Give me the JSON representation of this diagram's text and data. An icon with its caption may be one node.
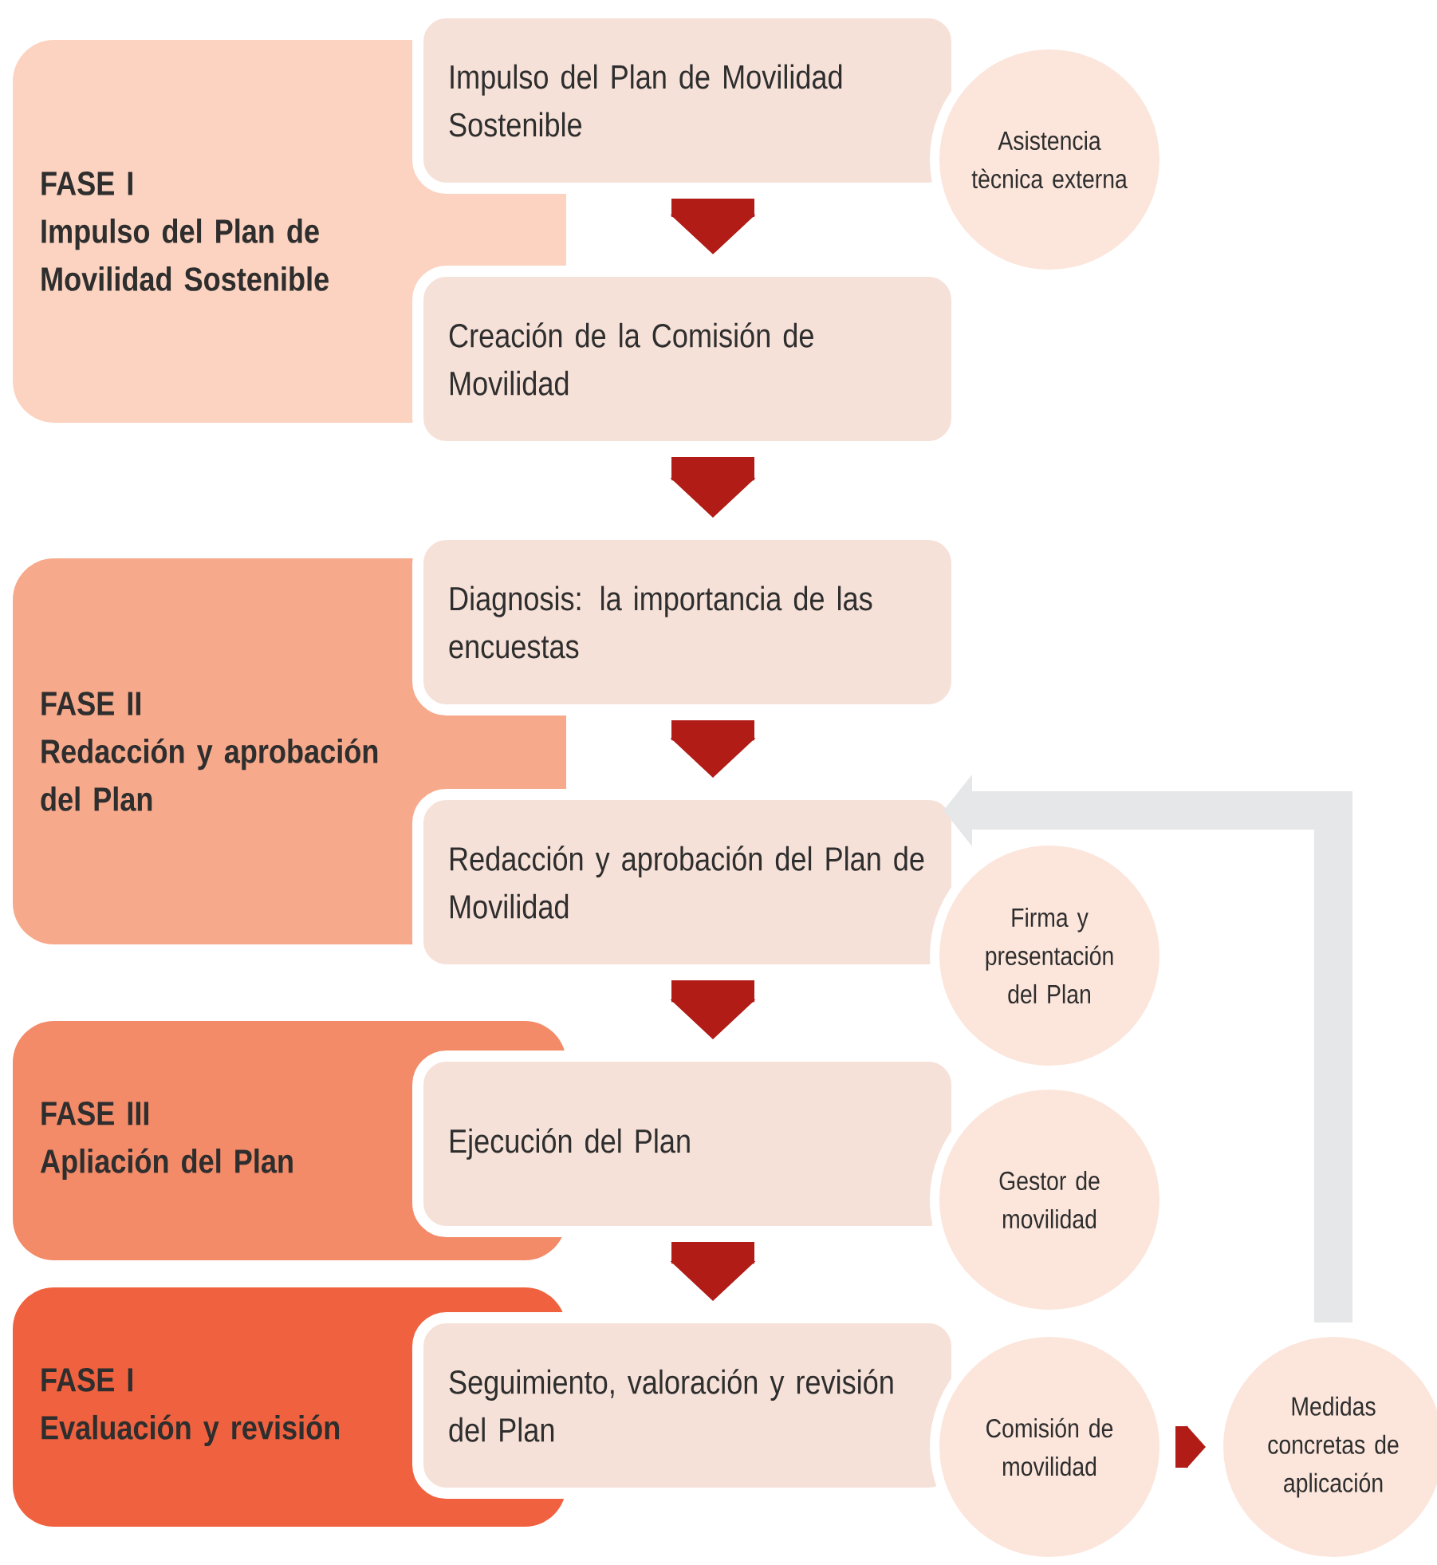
{
  "diagram": {
    "nodes": [
      {
        "text": [
          "FASE I",
          "Impulso del Plan de Movilidad Sostenible"
        ]
      },
      {
        "text": [
          "Impulso del Plan de Movilidad Sostenible"
        ]
      },
      {
        "text": [
          "Asistencia tècnica externa"
        ]
      },
      {
        "text": [
          "Creación de la Comisión de Movilidad"
        ]
      },
      {
        "text": [
          "FASE II",
          "Redacción y aprobación del Plan"
        ]
      },
      {
        "text": [
          "Diagnosis: la importancia de las encuestas"
        ]
      },
      {
        "text": [
          "Redacción y aprobación del Plan de Movilidad"
        ]
      },
      {
        "text": [
          "Firma y presentación del Plan"
        ]
      },
      {
        "text": [
          "FASE III",
          "Apliación del Plan"
        ]
      },
      {
        "text": [
          "Ejecución del Plan"
        ]
      },
      {
        "text": [
          "Gestor de movilidad"
        ]
      },
      {
        "text": [
          "FASE I",
          "Evaluación y revisión"
        ]
      },
      {
        "text": [
          "Seguimiento, valoración y revisión del Plan"
        ]
      },
      {
        "text": [
          "Comisión de movilidad"
        ]
      },
      {
        "text": [
          "Medidas concretas de aplicación"
        ]
      }
    ],
    "edges": [
      {
        "from": 1,
        "to": 3,
        "arrow": "to"
      },
      {
        "from": 3,
        "to": 5,
        "arrow": "to"
      },
      {
        "from": 5,
        "to": 6,
        "arrow": "to"
      },
      {
        "from": 6,
        "to": 9,
        "arrow": "to"
      },
      {
        "from": 9,
        "to": 12,
        "arrow": "to"
      },
      {
        "from": 13,
        "to": 14,
        "arrow": "to"
      },
      {
        "from": 14,
        "to": 6,
        "arrow": "to",
        "color": "#e6e7e8"
      }
    ]
  }
}
